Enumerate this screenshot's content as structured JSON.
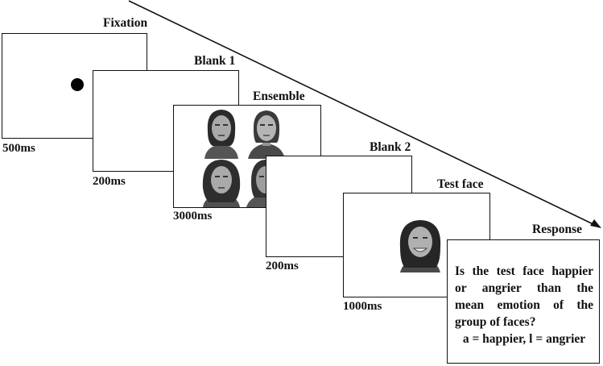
{
  "steps": {
    "fixation": {
      "label": "Fixation",
      "duration": "500ms"
    },
    "blank1": {
      "label": "Blank 1",
      "duration": "200ms"
    },
    "ensemble": {
      "label": "Ensemble",
      "duration": "3000ms"
    },
    "blank2": {
      "label": "Blank 2",
      "duration": "200ms"
    },
    "test_face": {
      "label": "Test face",
      "duration": "1000ms"
    },
    "response": {
      "label": "Response",
      "question_lines": [
        "Is the test face happier",
        "or angrier than the",
        "mean emotion of the",
        "group of faces?"
      ],
      "key_line": "a = happier, l = angrier"
    }
  },
  "icons": {
    "fixation_dot": "fixation-dot-icon",
    "faces": "face-photo-icon"
  }
}
